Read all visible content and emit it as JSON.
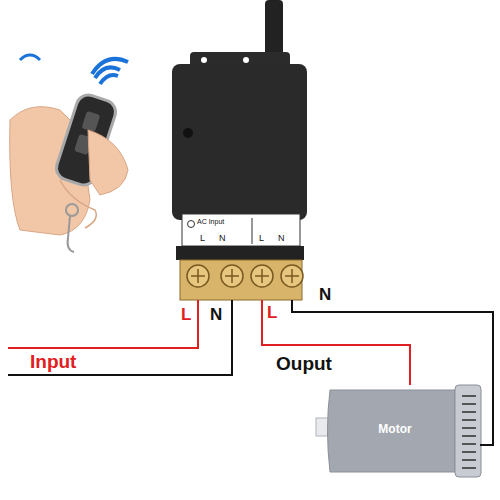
{
  "diagram": {
    "nodes": [
      {
        "text": [
          "AC Input",
          "L",
          "N",
          "L",
          "N"
        ]
      },
      {
        "text": [
          "Motor"
        ]
      }
    ],
    "edges": [
      {
        "from": 0,
        "to": 1,
        "label": "L",
        "arrow": "none"
      },
      {
        "from": 0,
        "to": 1,
        "label": "N",
        "arrow": "none"
      }
    ],
    "labels": [
      "L",
      "N",
      "Input",
      "Ouput"
    ]
  }
}
